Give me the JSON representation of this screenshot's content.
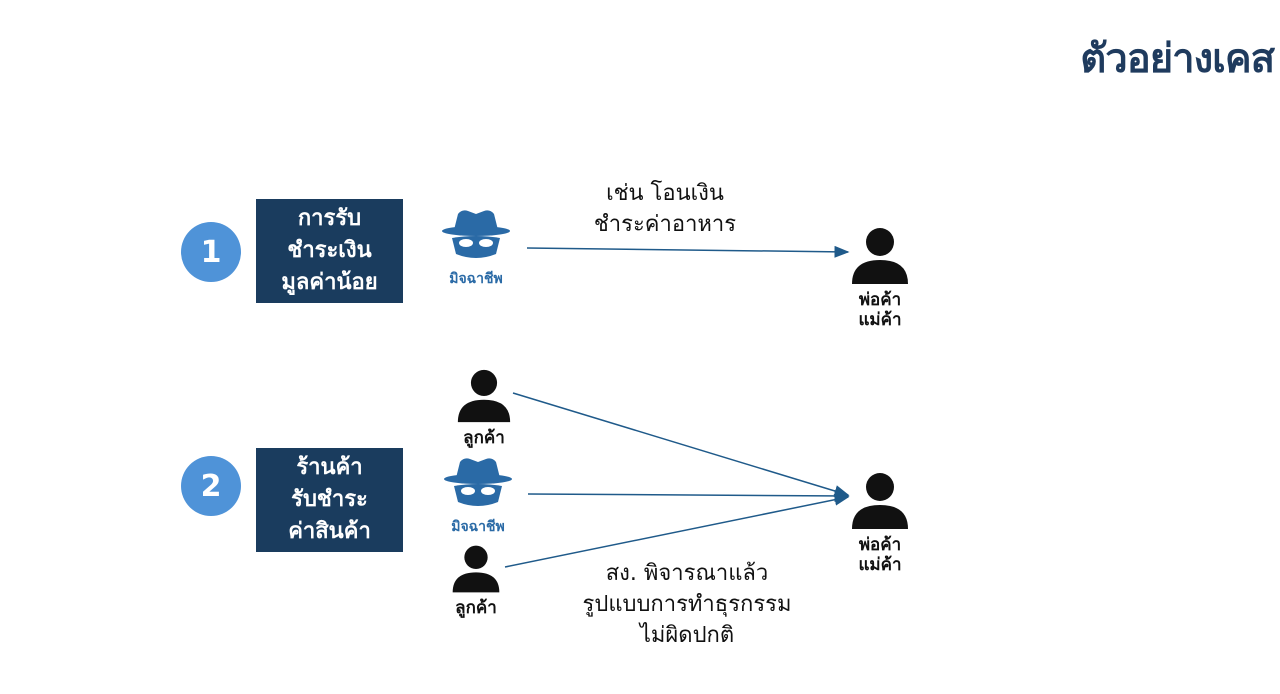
{
  "title": "ตัวอย่างเคส",
  "colors": {
    "title": "#1f3b5e",
    "box": "#1a3c5e",
    "circle": "#4f93d8",
    "arrow": "#1f5a8a",
    "thief": "#2a6aa6"
  },
  "case1": {
    "number": "1",
    "box_lines": [
      "การรับ",
      "ชำระเงิน",
      "มูลค่าน้อย"
    ],
    "thief_label": "มิจฉาชีพ",
    "description_lines": [
      "เช่น โอนเงิน",
      "ชำระค่าอาหาร"
    ],
    "merchant_lines": [
      "พ่อค้า",
      "แม่ค้า"
    ]
  },
  "case2": {
    "number": "2",
    "box_lines": [
      "ร้านค้า",
      "รับชำระ",
      "ค่าสินค้า"
    ],
    "customer_top_label": "ลูกค้า",
    "thief_label": "มิจฉาชีพ",
    "customer_bottom_label": "ลูกค้า",
    "description_lines": [
      "สง. พิจารณาแล้ว",
      "รูปแบบการทำธุรกรรม",
      "ไม่ผิดปกติ"
    ],
    "merchant_lines": [
      "พ่อค้า",
      "แม่ค้า"
    ]
  }
}
